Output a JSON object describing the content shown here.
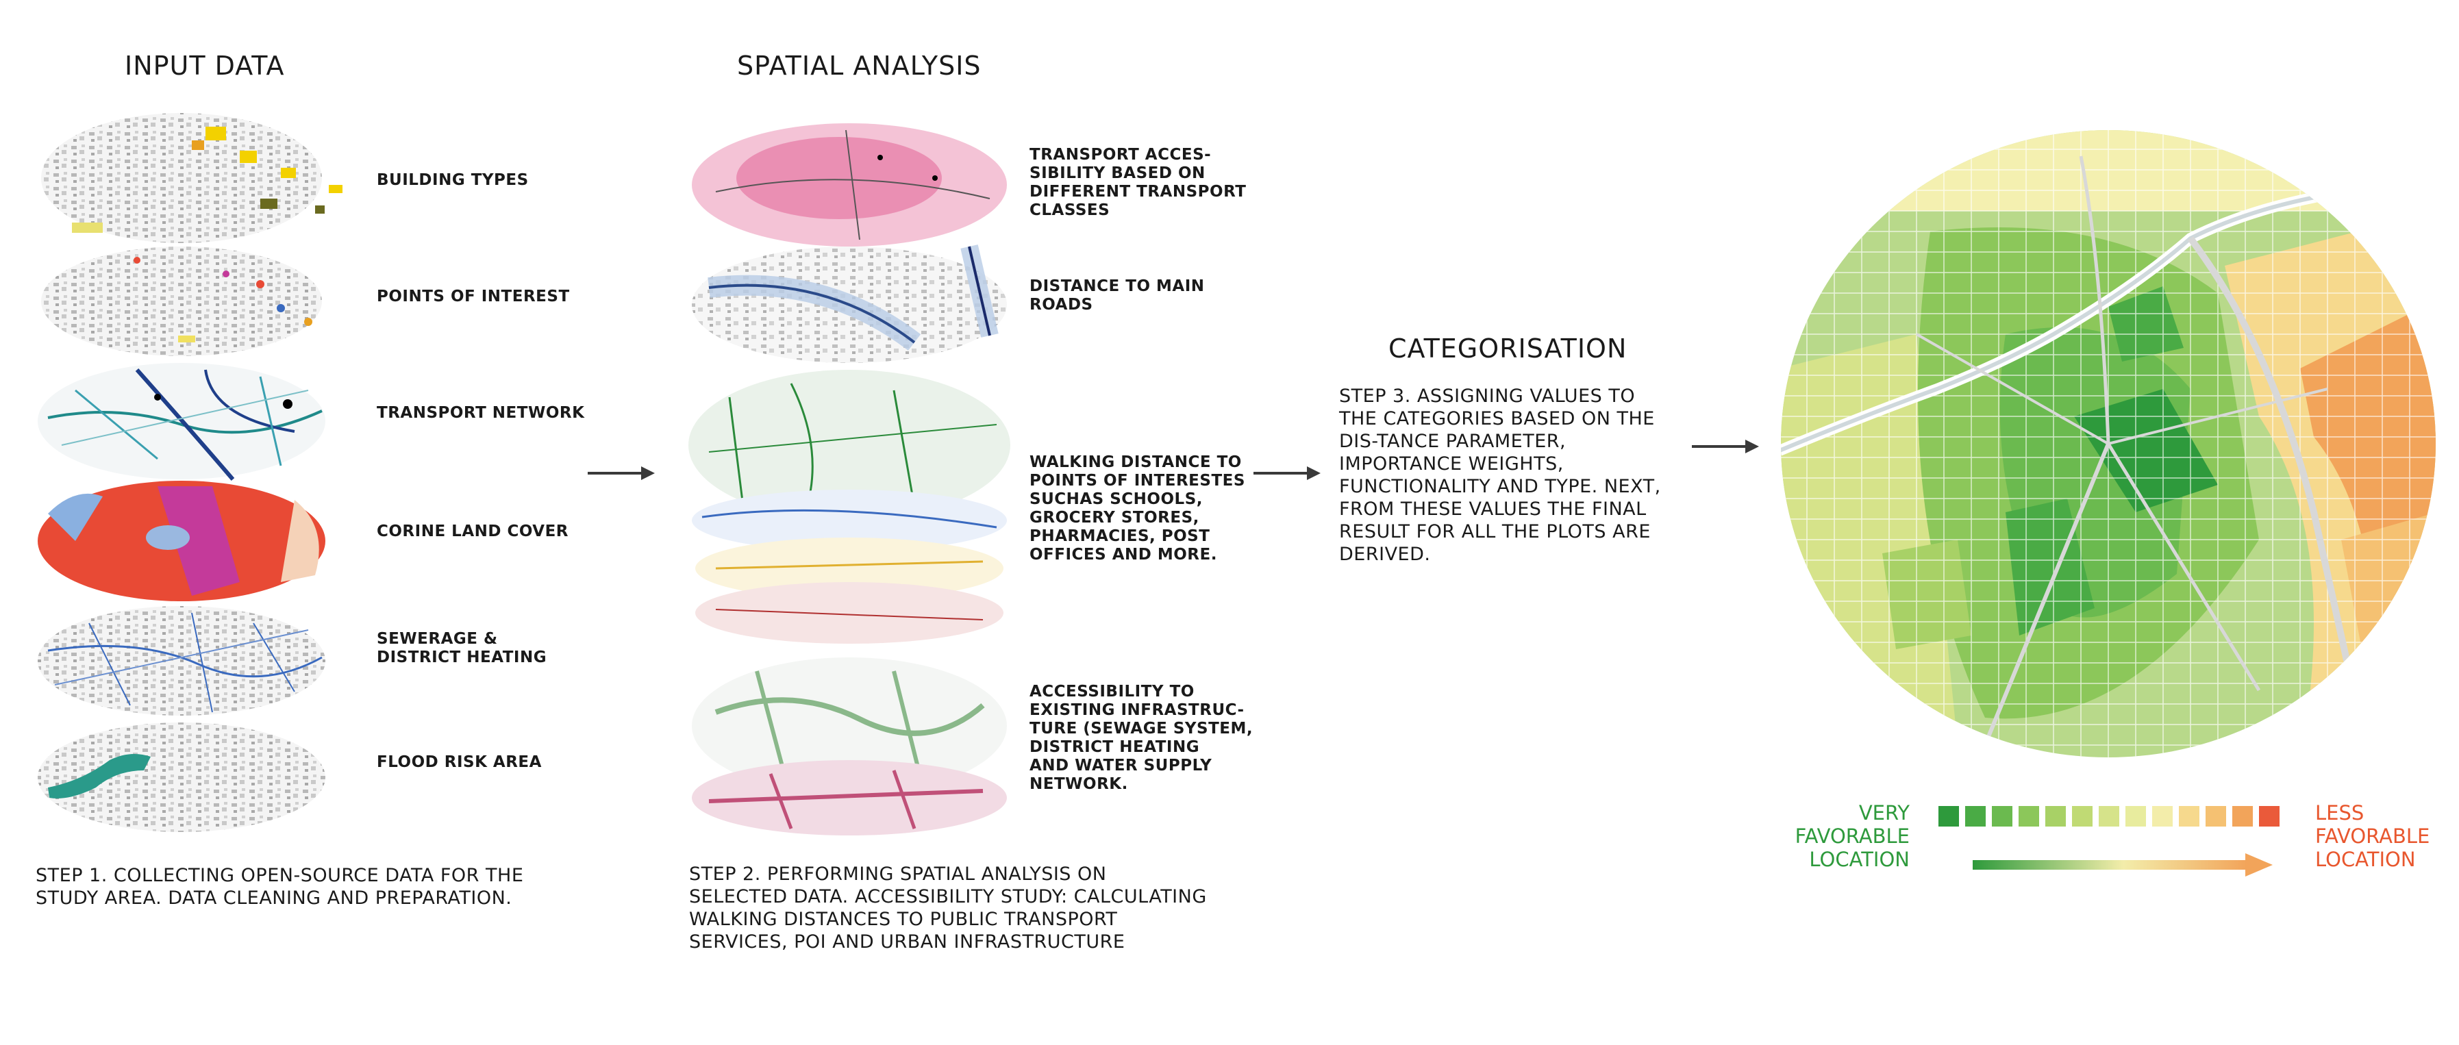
{
  "input_data": {
    "heading": "INPUT DATA",
    "layers": [
      {
        "label": "BUILDING TYPES"
      },
      {
        "label": "POINTS OF INTEREST"
      },
      {
        "label": "TRANSPORT NETWORK"
      },
      {
        "label": "CORINE LAND COVER"
      },
      {
        "label": "SEWERAGE &\nDISTRICT HEATING"
      },
      {
        "label": "FLOOD RISK AREA"
      }
    ],
    "step_text": "STEP 1. COLLECTING OPEN-SOURCE DATA FOR THE STUDY AREA. DATA CLEANING AND PREPARATION."
  },
  "spatial_analysis": {
    "heading": "SPATIAL ANALYSIS",
    "layers": [
      {
        "label": "TRANSPORT ACCES-\nSIBILITY BASED ON\nDIFFERENT TRANSPORT\nCLASSES"
      },
      {
        "label": "DISTANCE TO MAIN\nROADS"
      },
      {
        "label": "WALKING DISTANCE TO\nPOINTS OF INTERESTES\nSUCHAS SCHOOLS,\nGROCERY STORES,\nPHARMACIES, POST\nOFFICES AND MORE."
      },
      {
        "label": "ACCESSIBILITY TO\nEXISTING INFRASTRUC-\nTURE (SEWAGE SYSTEM,\nDISTRICT HEATING\nAND WATER SUPPLY\nNETWORK."
      }
    ],
    "step_text": "STEP 2. PERFORMING SPATIAL ANALYSIS ON SELECTED DATA. ACCESSIBILITY STUDY: CALCULATING WALKING DISTANCES TO PUBLIC TRANSPORT SERVICES, POI AND URBAN INFRASTRUCTURE"
  },
  "categorisation": {
    "heading": "CATEGORISATION",
    "step_text": "STEP 3. ASSIGNING VALUES TO THE CATEGORIES BASED ON THE DIS-TANCE PARAMETER, IMPORTANCE WEIGHTS, FUNCTIONALITY AND TYPE. NEXT, FROM THESE VALUES THE FINAL RESULT FOR ALL THE PLOTS ARE DERIVED."
  },
  "legend": {
    "favorable_label": "VERY\nFAVORABLE\nLOCATION",
    "less_favorable_label": "LESS\nFAVORABLE\nLOCATION",
    "favorable_color": "#2e9a3c",
    "less_favorable_color": "#e8572e",
    "scale_colors": [
      "#2e9a3c",
      "#4aab45",
      "#6bba4f",
      "#8cc75a",
      "#a8d166",
      "#c0da74",
      "#d6e38a",
      "#e8ec9e",
      "#f3edaa",
      "#f6d98d",
      "#f5c172",
      "#f2a45a",
      "#ea5a3a"
    ]
  },
  "colors": {
    "arrow": "#3a3a3a",
    "map_green": "#7cba4a",
    "map_orange": "#f2a45a",
    "river": "#ffffff",
    "land_cover_red": "#e84a35",
    "land_cover_magenta": "#c43a9a",
    "flood_teal": "#2a9a8a"
  }
}
